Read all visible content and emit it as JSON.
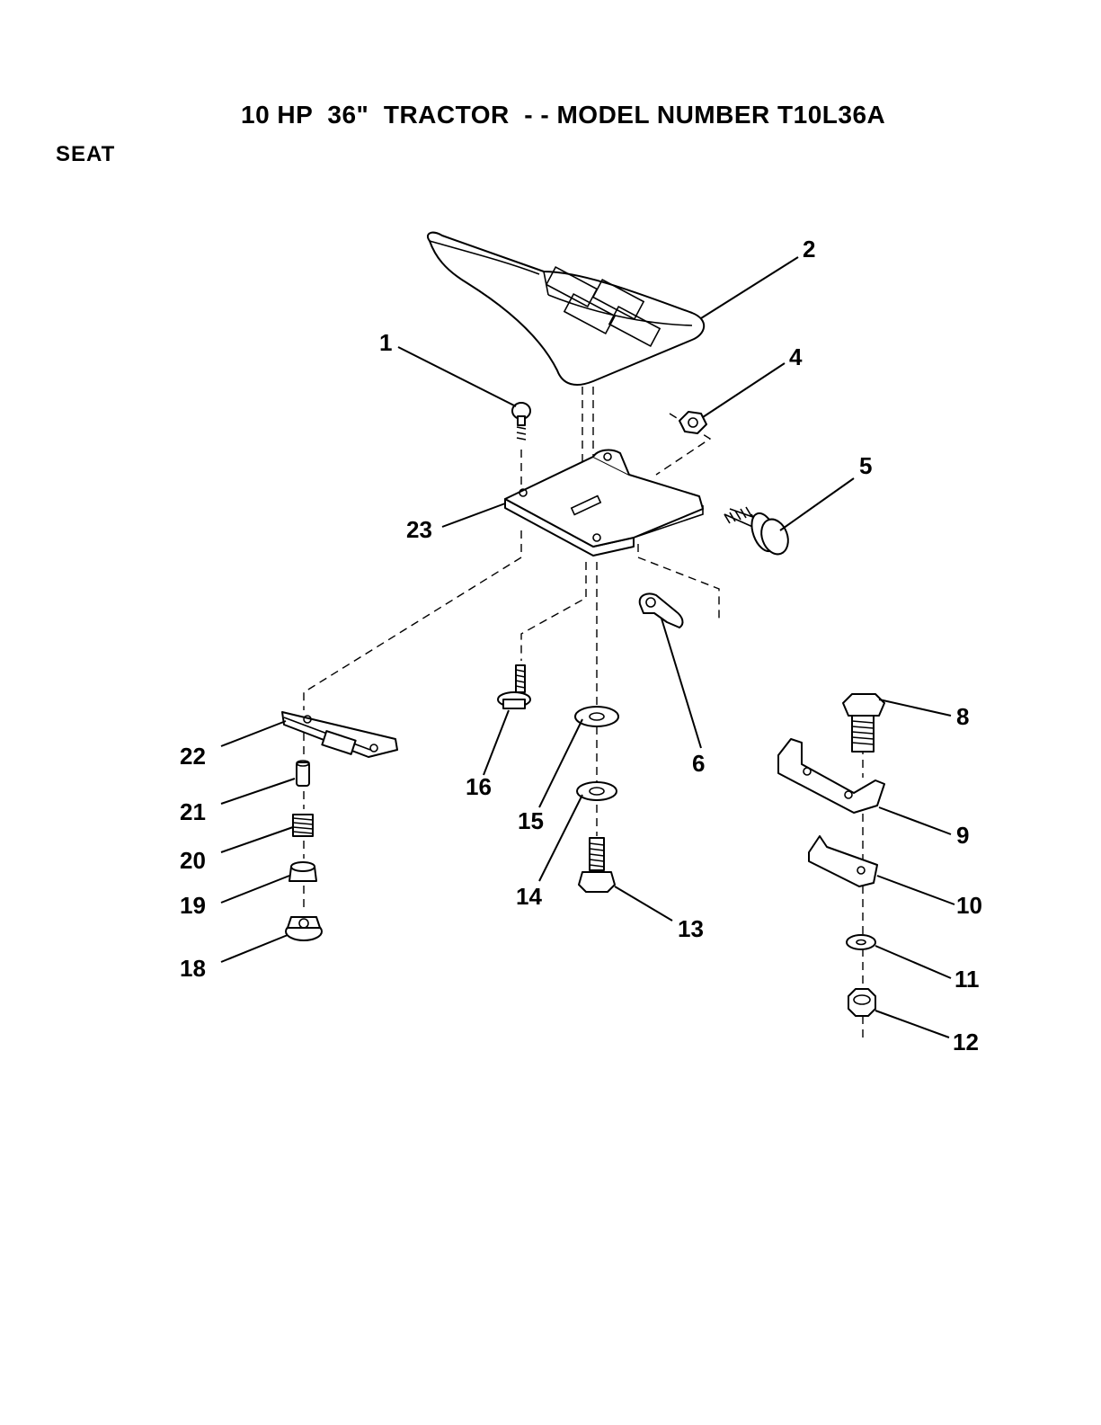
{
  "header": {
    "title": "10 HP  36\"  TRACTOR  - - MODEL NUMBER T10L36A",
    "section": "SEAT"
  },
  "callouts": {
    "c1": "1",
    "c2": "2",
    "c4": "4",
    "c5": "5",
    "c6": "6",
    "c8": "8",
    "c9": "9",
    "c10": "10",
    "c11": "11",
    "c12": "12",
    "c13": "13",
    "c14": "14",
    "c15": "15",
    "c16": "16",
    "c18": "18",
    "c19": "19",
    "c20": "20",
    "c21": "21",
    "c22": "22",
    "c23": "23"
  }
}
